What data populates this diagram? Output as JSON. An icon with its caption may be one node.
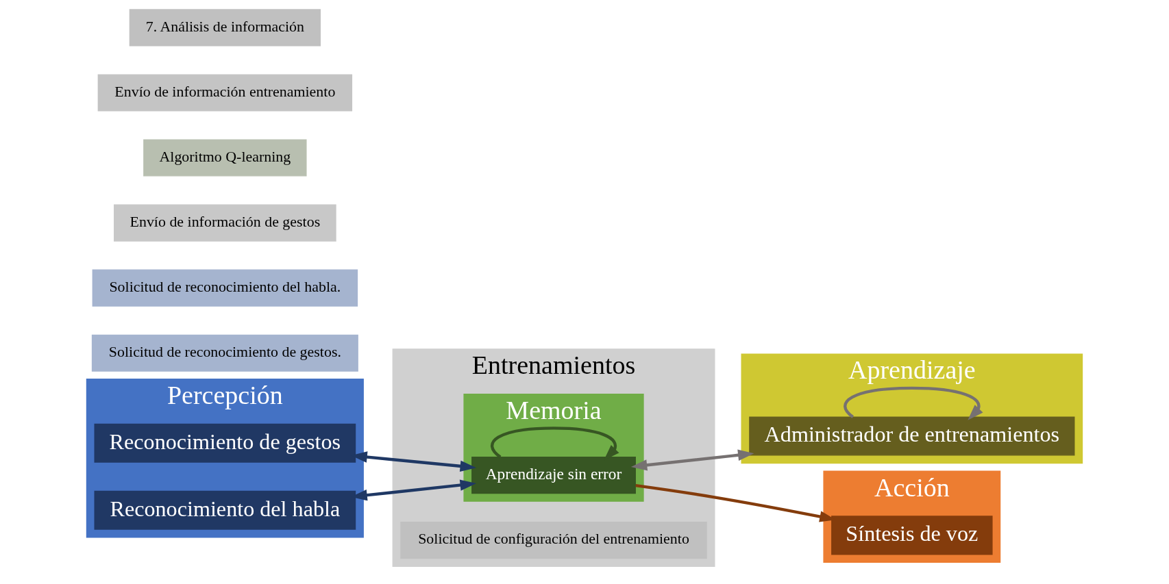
{
  "diagram": {
    "nodes": [
      {
        "text": [
          "Percepción"
        ]
      },
      {
        "text": [
          "Reconocimiento de gestos"
        ],
        "in": 0
      },
      {
        "text": [
          "Solicitud de reconocimiento de gestos."
        ]
      },
      {
        "text": [
          "Reconocimiento del habla"
        ],
        "in": 0
      },
      {
        "text": [
          "Solicitud de reconocimiento del habla."
        ]
      },
      {
        "text": [
          "Envío de información de gestos"
        ]
      },
      {
        "text": [
          "Entrenamientos"
        ]
      },
      {
        "text": [
          "Memoria"
        ],
        "in": 6
      },
      {
        "text": [
          "Aprendizaje sin error"
        ],
        "in": 7
      },
      {
        "text": [
          "Algoritmo Q-learning"
        ]
      },
      {
        "text": [
          "Solicitud de configuración del entrenamiento"
        ],
        "in": 6
      },
      {
        "text": [
          "Envío de información entrenamiento"
        ]
      },
      {
        "text": [
          "Aprendizaje"
        ]
      },
      {
        "text": [
          "Administrador de entrenamientos"
        ],
        "in": 12
      },
      {
        "text": [
          "7. Análisis de información"
        ]
      },
      {
        "text": [
          "Acción"
        ]
      },
      {
        "text": [
          "Síntesis de voz"
        ],
        "in": 15
      }
    ],
    "edges": [
      {
        "from": 1,
        "to": 8,
        "arrow": "both",
        "color": "#1f3864"
      },
      {
        "from": 3,
        "to": 8,
        "arrow": "both",
        "color": "#1f3864"
      },
      {
        "from": 8,
        "to": 8,
        "arrow": "to",
        "color": "#375623"
      },
      {
        "from": 8,
        "to": 16,
        "arrow": "to",
        "color": "#843c0c"
      },
      {
        "from": 8,
        "to": 13,
        "arrow": "both",
        "color": "#767171"
      },
      {
        "from": 13,
        "to": 13,
        "arrow": "to",
        "color": "#767171"
      }
    ]
  }
}
